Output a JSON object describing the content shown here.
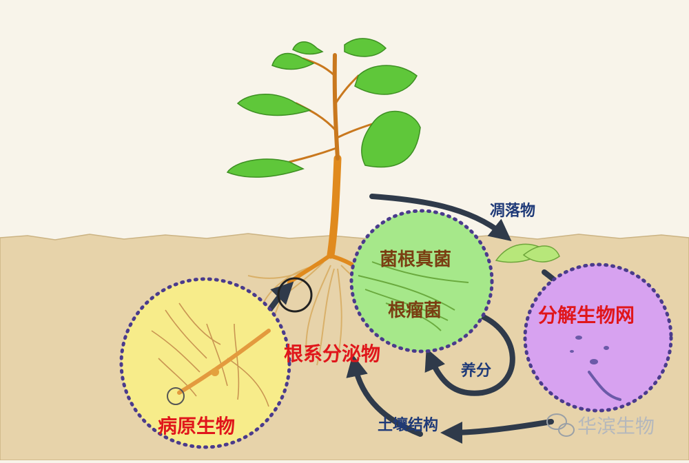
{
  "labels": {
    "fallen_matter": "凋落物",
    "mycorrhizal_fungi": "菌根真菌",
    "rhizobia": "根瘤菌",
    "decomposer_web": "分解生物网",
    "root_exudates": "根系分泌物",
    "nutrients": "养分",
    "pathogens": "病原生物",
    "soil_structure": "土壤结构"
  },
  "watermark": {
    "text": "华滨生物",
    "icon": "wechat-icon"
  },
  "colors": {
    "sky": "#f8f4ea",
    "soil": "#e7d3aa",
    "leaf": "#5fc73a",
    "stem": "#e08a1e",
    "arrow": "#2f3a4a",
    "dotted_ring": "#4a3b8c",
    "mycorrhiza_fill": "#a6e88a",
    "pathogen_fill": "#f7ec8a",
    "decomposer_fill": "#d7a2f0",
    "label_red": "#e0161b",
    "label_navy": "#1f3a78"
  }
}
